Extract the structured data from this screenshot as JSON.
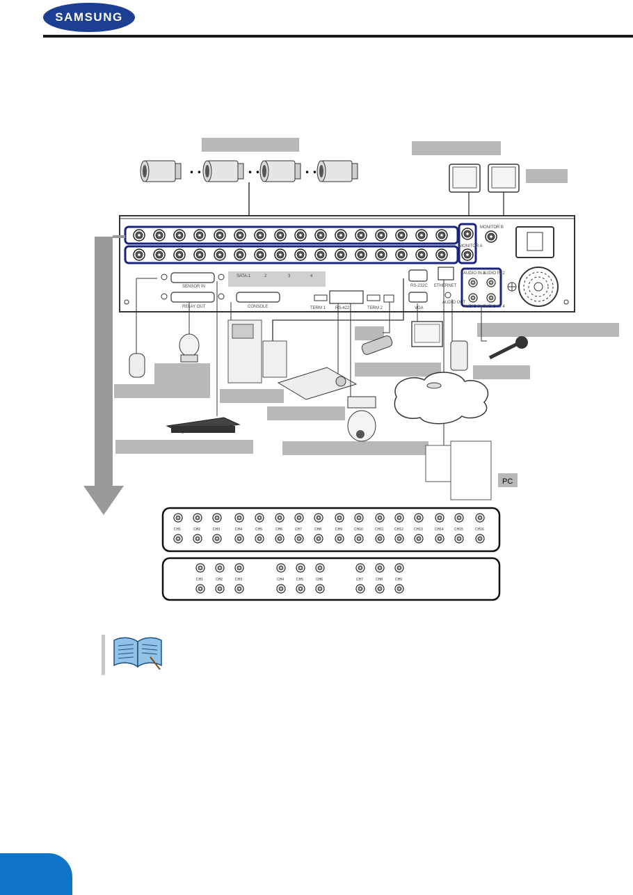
{
  "header": {
    "brand": "SAMSUNG"
  },
  "panel": {
    "monitor_b": "MONITOR B",
    "monitor_a": "MONITOR A",
    "sensor_in": "SENSOR IN",
    "relay_out": "RELAY OUT",
    "console": "CONSOLE",
    "sata": [
      "SATA-1",
      "2",
      "3",
      "4"
    ],
    "term1": "TERM 1",
    "rs422": "RS-422",
    "term2": "TERM 2",
    "rs232c": "RS-232C",
    "vga": "VGA",
    "ethernet": "ETHERNET",
    "audio_out": "AUDIO OUT",
    "audio_in_1": "AUDIO IN 1",
    "audio_in_2": "AUDIO IN 2",
    "audio_in_3": "AUDIO IN 3",
    "audio_in_4": "AUDIO IN 4"
  },
  "connector_strip_16": [
    "CH1",
    "CH2",
    "CH3",
    "CH4",
    "CH5",
    "CH6",
    "CH7",
    "CH8",
    "CH9",
    "CH10",
    "CH11",
    "CH12",
    "CH13",
    "CH14",
    "CH15",
    "CH16"
  ],
  "connector_strip_9": [
    "CH1",
    "CH2",
    "CH3",
    "CH4",
    "CH5",
    "CH6",
    "CH7",
    "CH8",
    "CH9"
  ],
  "pc_label": "PC",
  "colors": {
    "brand_blue": "#1c3f94",
    "outline_navy": "#1a237e",
    "label_gray": "#b8b8b8",
    "page_tab_blue": "#0f75c9"
  }
}
